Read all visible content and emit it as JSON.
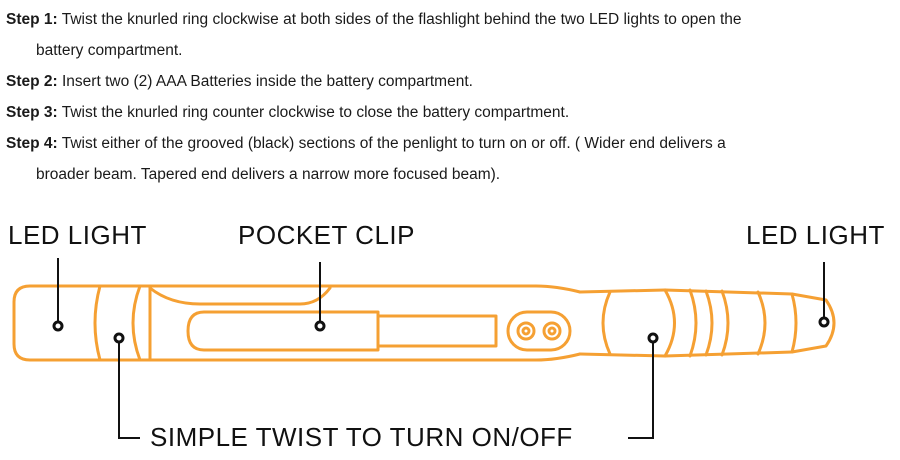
{
  "steps": [
    {
      "label": "Step 1:",
      "text": "Twist the knurled ring clockwise at both sides of the flashlight behind the two LED lights to open the",
      "cont": "battery compartment."
    },
    {
      "label": "Step 2:",
      "text": "Insert two (2)  AAA Batteries inside the battery compartment.",
      "cont": ""
    },
    {
      "label": "Step 3:",
      "text": "Twist the knurled ring counter clockwise to close the battery compartment.",
      "cont": ""
    },
    {
      "label": "Step 4:",
      "text": "Twist either of the grooved (black) sections of the penlight to turn on or off. ( Wider end delivers  a",
      "cont": "broader beam. Tapered end delivers a narrow more focused beam)."
    }
  ],
  "callouts": {
    "led_left": "LED LIGHT",
    "pocket_clip": "POCKET CLIP",
    "led_right": "LED LIGHT",
    "twist": "SIMPLE TWIST TO TURN ON/OFF"
  },
  "colors": {
    "outline": "#F5A033",
    "leader": "#111111"
  }
}
